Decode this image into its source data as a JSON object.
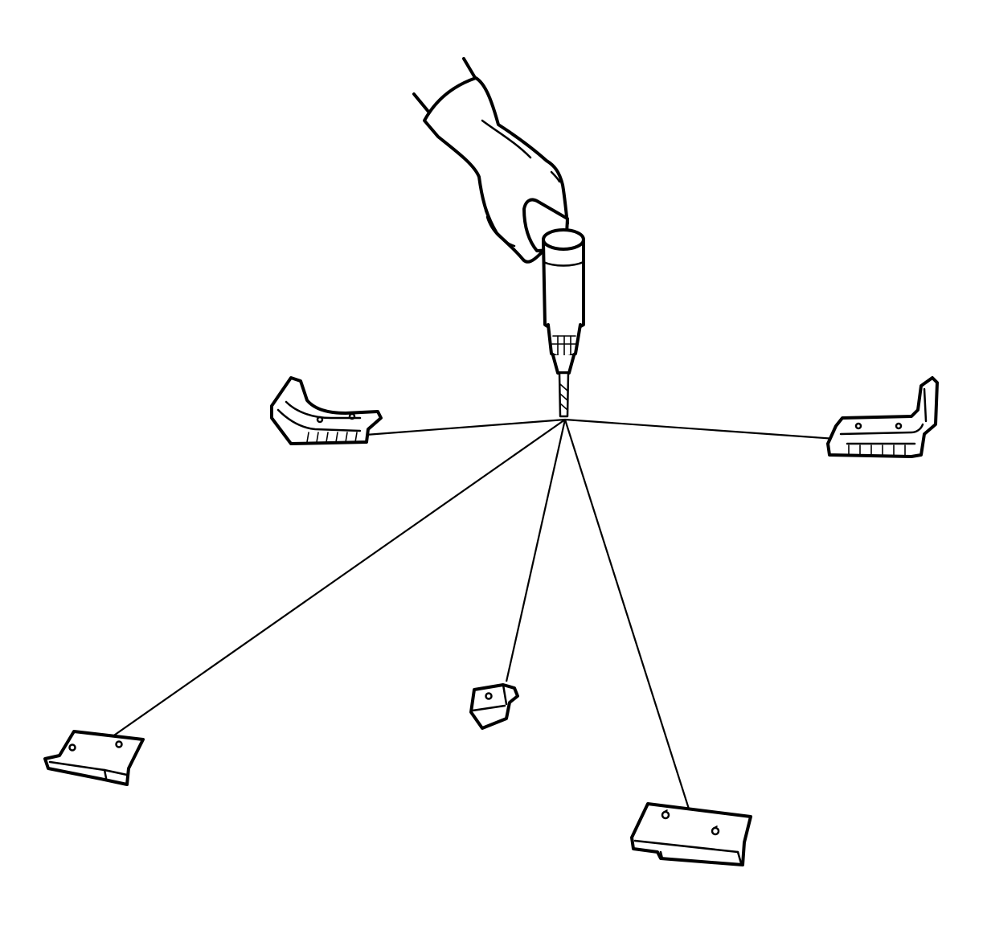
{
  "diagram": {
    "subject": "drill",
    "components": [
      {
        "id": "glove-hand",
        "icon": "gloved-hand-icon"
      },
      {
        "id": "power-drill",
        "icon": "drill-icon"
      },
      {
        "id": "bracket-left",
        "icon": "bracket-icon"
      },
      {
        "id": "bracket-right",
        "icon": "bracket-icon"
      },
      {
        "id": "bracket-lower-left",
        "icon": "bracket-icon"
      },
      {
        "id": "bracket-small-center",
        "icon": "bracket-icon"
      },
      {
        "id": "bracket-lower-right",
        "icon": "bracket-icon"
      }
    ],
    "leaders": [
      "bracket-left",
      "bracket-right",
      "bracket-lower-left",
      "bracket-small-center",
      "bracket-lower-right"
    ],
    "colors": {
      "ink": "#000000",
      "background": "#ffffff"
    }
  }
}
